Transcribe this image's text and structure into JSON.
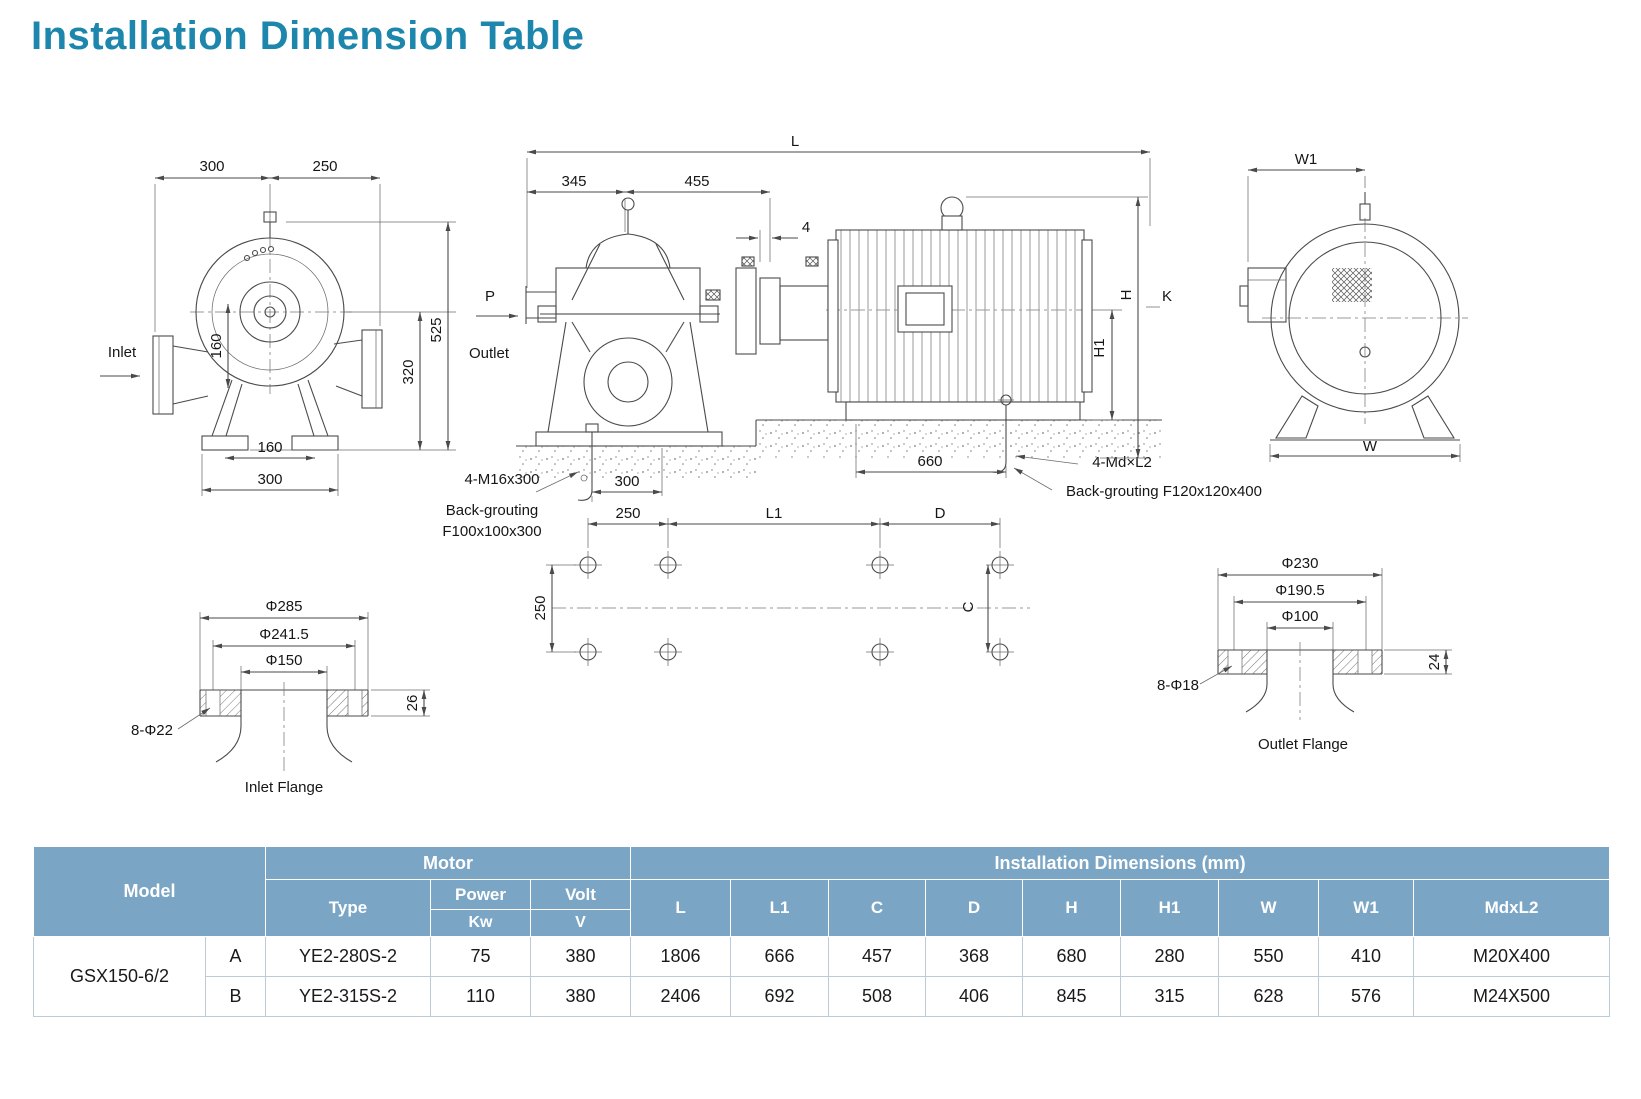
{
  "page": {
    "title": "Installation Dimension Table"
  },
  "drawings": {
    "pump_side": {
      "dim_top_left": "300",
      "dim_top_right": "250",
      "dim_height_inner": "160",
      "dim_height_outlet": "320",
      "dim_height_total": "525",
      "dim_base_inner": "160",
      "dim_base_outer": "300",
      "inlet_label": "Inlet"
    },
    "assembly": {
      "dim_overall": "L",
      "dim_front": "345",
      "dim_rear": "455",
      "dim_gap": "4",
      "port_label": "P",
      "outlet_label": "Outlet",
      "dim_height": "H",
      "dim_k": "K",
      "dim_shaft_height": "H1",
      "dim_motor_bolts": "660",
      "dim_pump_bolts": "300",
      "pump_bolt_note": "4-M16x300",
      "pump_grout_line1": "Back-grouting",
      "pump_grout_line2": "F100x100x300",
      "motor_bolt_note": "4-Md×L2",
      "motor_grout_note": "Back-grouting F120x120x400"
    },
    "motor_end": {
      "dim_w1": "W1",
      "dim_w": "W"
    },
    "foundation": {
      "dim_pitch": "250",
      "dim_l1": "L1",
      "dim_d": "D",
      "dim_width": "250",
      "dim_c": "C"
    },
    "inlet_flange": {
      "dim_od": "Φ285",
      "dim_bolt_circle": "Φ241.5",
      "dim_bore": "Φ150",
      "bolt_note": "8-Φ22",
      "dim_thickness": "26",
      "caption": "Inlet Flange"
    },
    "outlet_flange": {
      "dim_od": "Φ230",
      "dim_bolt_circle": "Φ190.5",
      "dim_bore": "Φ100",
      "bolt_note": "8-Φ18",
      "dim_thickness": "24",
      "caption": "Outlet Flange"
    }
  },
  "table": {
    "headers": {
      "model": "Model",
      "motor": "Motor",
      "type": "Type",
      "power": "Power",
      "power_unit": "Kw",
      "volt": "Volt",
      "volt_unit": "V",
      "installation": "Installation Dimensions (mm)",
      "cols": [
        "L",
        "L1",
        "C",
        "D",
        "H",
        "H1",
        "W",
        "W1",
        "MdxL2"
      ]
    },
    "model": "GSX150-6/2",
    "rows": [
      {
        "variant": "A",
        "type": "YE2-280S-2",
        "power": "75",
        "volt": "380",
        "dims": [
          "1806",
          "666",
          "457",
          "368",
          "680",
          "280",
          "550",
          "410",
          "M20X400"
        ]
      },
      {
        "variant": "B",
        "type": "YE2-315S-2",
        "power": "110",
        "volt": "380",
        "dims": [
          "2406",
          "692",
          "508",
          "406",
          "845",
          "315",
          "628",
          "576",
          "M24X500"
        ]
      }
    ]
  }
}
